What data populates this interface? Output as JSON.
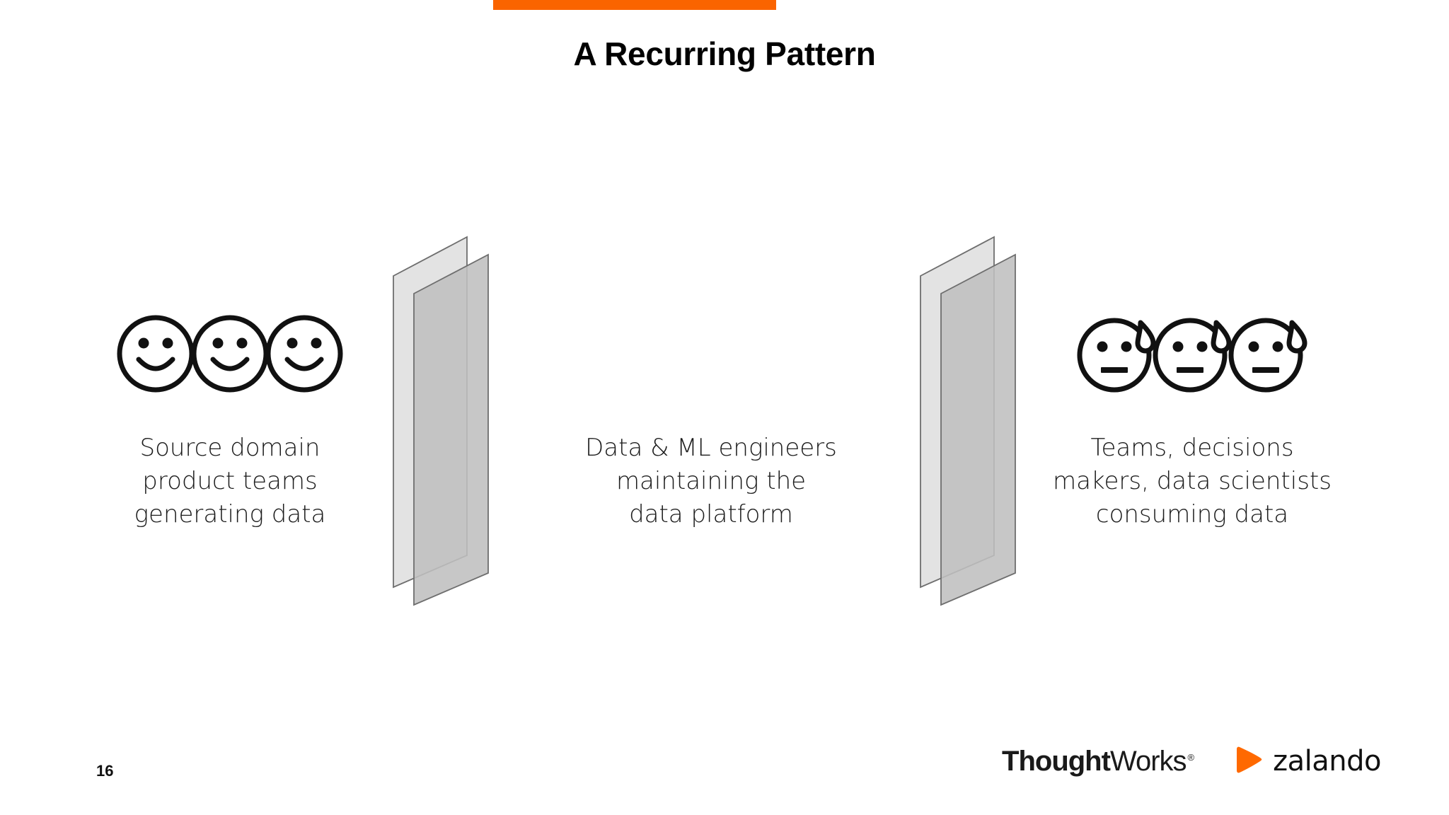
{
  "slide": {
    "title": "A Recurring Pattern",
    "page_number": "16",
    "accent_color": "#FA6400",
    "background_color": "#FFFFFF"
  },
  "columns": [
    {
      "id": "source-teams",
      "icon": "three-smiling-faces-icon",
      "face_count": 3,
      "face_mood": "smiling",
      "caption": "Source domain\nproduct teams\ngenerating data"
    },
    {
      "id": "platform-engineers",
      "icon": "none",
      "face_count": 0,
      "face_mood": "",
      "caption": "Data & ML engineers\nmaintaining the\ndata platform"
    },
    {
      "id": "consumers",
      "icon": "three-sweating-faces-icon",
      "face_count": 3,
      "face_mood": "sweating-neutral",
      "caption": "Teams, decisions\nmakers, data scientists\nconsuming data"
    }
  ],
  "barriers": [
    {
      "id": "barrier-left",
      "icon": "glass-wall-icon",
      "back_panel_color": "#E3E3E3",
      "front_panel_color": "#BFBFBF",
      "stroke_color": "#6E6E6E"
    },
    {
      "id": "barrier-right",
      "icon": "glass-wall-icon",
      "back_panel_color": "#E3E3E3",
      "front_panel_color": "#BFBFBF",
      "stroke_color": "#6E6E6E"
    }
  ],
  "footer": {
    "thoughtworks": {
      "bold_part": "Thought",
      "regular_part": "Works",
      "registered_mark": "®"
    },
    "zalando": {
      "word": "zalando",
      "mark_color": "#FF6900"
    }
  }
}
